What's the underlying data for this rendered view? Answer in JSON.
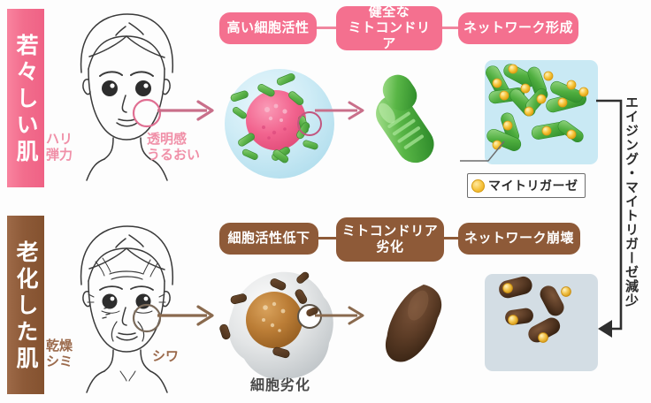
{
  "rows": {
    "young": {
      "sidebar_label": "若々しい肌",
      "face_traits_left": "ハリ\n弾力",
      "face_traits_right": "透明感\nうるおい",
      "badges": [
        {
          "line1": "高い細胞活性",
          "line2": ""
        },
        {
          "line1": "健全な",
          "line2": "ミトコンドリア"
        },
        {
          "line1": "ネットワーク形成",
          "line2": ""
        }
      ],
      "color": "#f4708f"
    },
    "old": {
      "sidebar_label": "老化した肌",
      "face_traits_left": "乾燥\nシミ",
      "face_traits_right": "シワ",
      "badges": [
        {
          "line1": "細胞活性低下",
          "line2": ""
        },
        {
          "line1": "ミトコンドリア",
          "line2": "劣化"
        },
        {
          "line1": "ネットワーク崩壊",
          "line2": ""
        }
      ],
      "cell_caption": "細胞劣化",
      "color": "#8e5a38"
    }
  },
  "legend": {
    "marker_label": "マイトリガーゼ",
    "marker_color": "#f6c33d"
  },
  "aging_caption": "エイジング・マイトリガーゼ減少",
  "icons": {
    "arrow_right": "arrow-right-icon",
    "arrow_left": "arrow-left-icon",
    "magnifier": "magnifier-circle-icon"
  }
}
